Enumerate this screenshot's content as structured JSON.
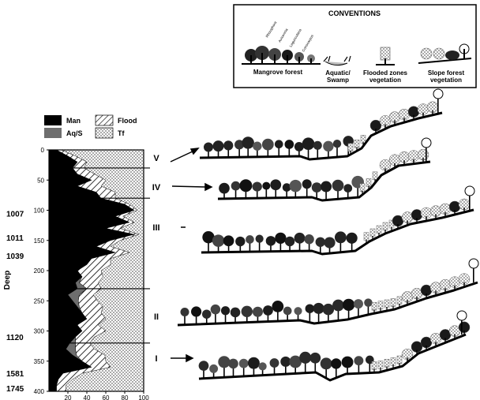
{
  "conventions": {
    "title": "CONVENTIONS",
    "legend_items": [
      {
        "label_lines": [
          "Mangrove forest"
        ]
      },
      {
        "label_lines": [
          "Aquatic/",
          "Swamp"
        ]
      },
      {
        "label_lines": [
          "Flooded zones",
          "vegetation"
        ]
      },
      {
        "label_lines": [
          "Slope forest",
          "vegetation"
        ]
      }
    ],
    "species_labels": [
      "Rhizophora",
      "Avicennia",
      "Laguncularia",
      "Conocarpus"
    ]
  },
  "chart_legend": {
    "items": [
      {
        "key": "Man",
        "label": "Man",
        "fill": "#000000"
      },
      {
        "key": "AqS",
        "label": "Aq/S",
        "fill": "#6e6e6e"
      },
      {
        "key": "Flood",
        "label": "Flood",
        "fill": "hatch"
      },
      {
        "key": "Tf",
        "label": "Tf",
        "fill": "dots"
      }
    ]
  },
  "chart_data": {
    "type": "area",
    "stacked": true,
    "percent": true,
    "ylabel": "Deep",
    "y_ticks": [
      0,
      50,
      100,
      150,
      200,
      250,
      300,
      350,
      400
    ],
    "x_ticks": [
      20,
      40,
      60,
      80,
      100
    ],
    "ylim": [
      0,
      400
    ],
    "xlim": [
      0,
      100
    ],
    "depth": [
      0,
      10,
      20,
      30,
      40,
      50,
      60,
      70,
      80,
      90,
      100,
      110,
      120,
      130,
      140,
      150,
      160,
      170,
      180,
      190,
      200,
      210,
      220,
      230,
      240,
      250,
      260,
      270,
      280,
      290,
      300,
      310,
      320,
      330,
      340,
      350,
      360,
      370,
      380,
      390,
      400
    ],
    "series": [
      {
        "name": "Man",
        "values": [
          8,
          20,
          30,
          25,
          30,
          45,
          30,
          50,
          55,
          80,
          90,
          70,
          85,
          60,
          90,
          65,
          50,
          70,
          45,
          40,
          30,
          35,
          28,
          30,
          20,
          25,
          30,
          35,
          40,
          30,
          35,
          28,
          22,
          18,
          25,
          35,
          45,
          15,
          10,
          8,
          8
        ]
      },
      {
        "name": "Aq/S",
        "values": [
          0,
          0,
          0,
          0,
          0,
          0,
          0,
          0,
          0,
          0,
          0,
          0,
          0,
          0,
          0,
          0,
          0,
          0,
          0,
          0,
          0,
          0,
          4,
          10,
          12,
          6,
          2,
          0,
          0,
          0,
          0,
          0,
          6,
          10,
          4,
          0,
          0,
          0,
          0,
          0,
          0
        ]
      },
      {
        "name": "Flood",
        "values": [
          5,
          8,
          10,
          12,
          18,
          15,
          25,
          20,
          15,
          5,
          3,
          8,
          5,
          15,
          5,
          10,
          15,
          15,
          20,
          25,
          25,
          22,
          20,
          15,
          15,
          20,
          25,
          20,
          20,
          22,
          25,
          20,
          15,
          20,
          30,
          25,
          20,
          20,
          15,
          10,
          10
        ]
      }
    ],
    "remainder_series": "Tf",
    "zones": [
      {
        "label": "V",
        "top": 0,
        "bottom": 30
      },
      {
        "label": "IV",
        "top": 30,
        "bottom": 80
      },
      {
        "label": "III",
        "top": 80,
        "bottom": 230
      },
      {
        "label": "II",
        "top": 230,
        "bottom": 320
      },
      {
        "label": "I",
        "top": 320,
        "bottom": 400
      }
    ],
    "zone_boundaries": [
      30,
      80,
      230,
      320
    ],
    "dates": [
      {
        "label": "1007",
        "depth": 105
      },
      {
        "label": "1011",
        "depth": 145
      },
      {
        "label": "1039",
        "depth": 175
      },
      {
        "label": "1120",
        "depth": 310
      },
      {
        "label": "1581",
        "depth": 370
      },
      {
        "label": "1745",
        "depth": 395
      }
    ]
  }
}
